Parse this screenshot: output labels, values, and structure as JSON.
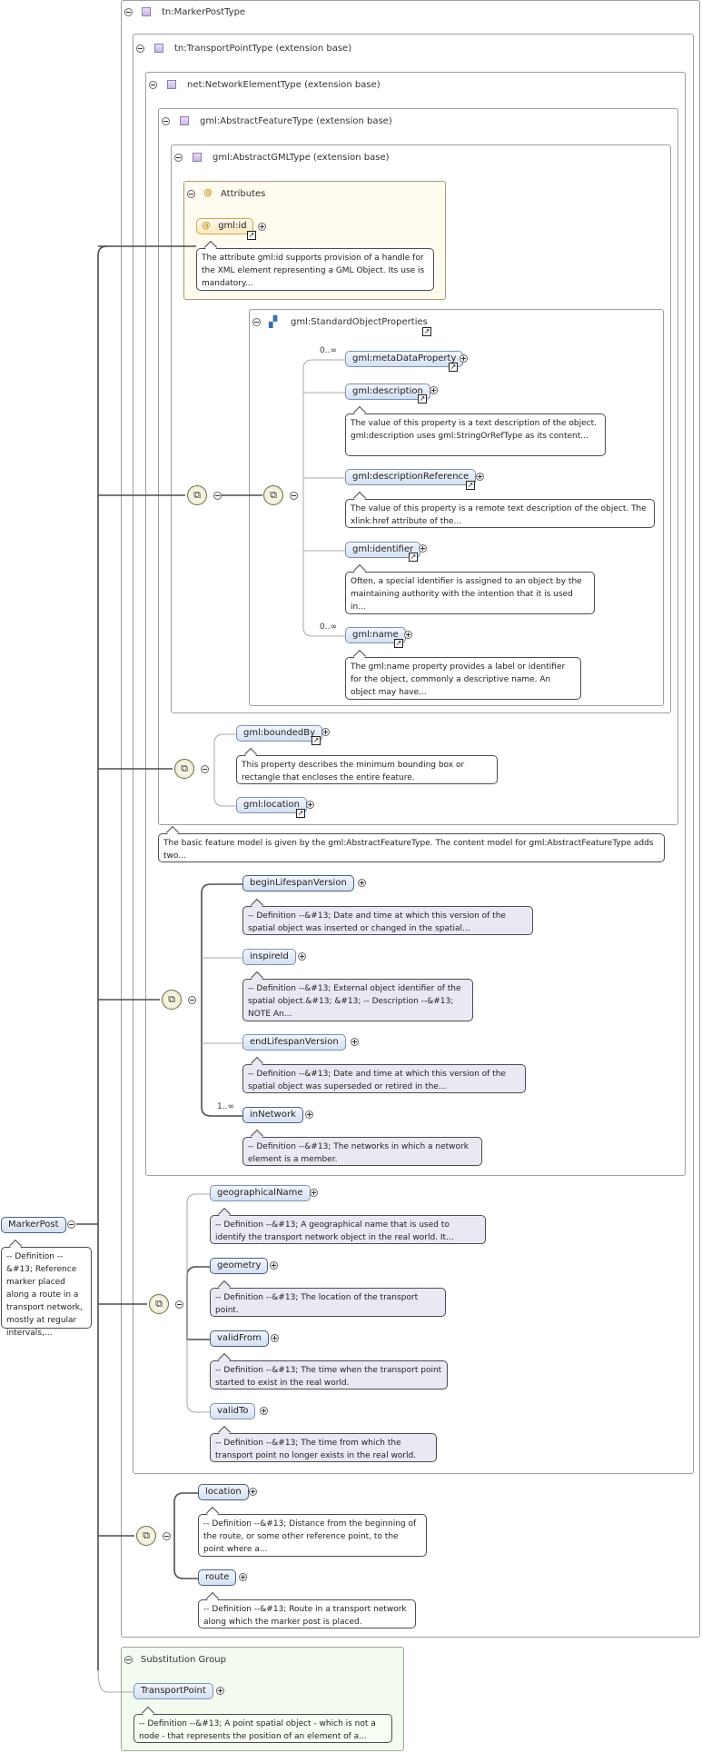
{
  "root": {
    "name": "MarkerPost",
    "doc": "-- Definition --&#13; Reference marker placed along a route in a transport network, mostly at regular intervals,..."
  },
  "types": {
    "marker_post": "tn:MarkerPostType",
    "transport_point": "tn:TransportPointType (extension base)",
    "network_element": "net:NetworkElementType (extension base)",
    "abstract_feature": "gml:AbstractFeatureType (extension base)",
    "abstract_gml": "gml:AbstractGMLType (extension base)"
  },
  "attributes": {
    "title": "Attributes",
    "gml_id": "gml:id",
    "gml_id_doc": "The attribute gml:id supports provision of a handle for the XML element representing a GML Object. Its use is mandatory..."
  },
  "standard_props": {
    "title": "gml:StandardObjectProperties",
    "items": [
      {
        "name": "gml:metaDataProperty",
        "mult": "0..∞",
        "doc": ""
      },
      {
        "name": "gml:description",
        "mult": "",
        "doc": "The value of this property is a text description of the object. gml:description uses gml:StringOrRefType as its content..."
      },
      {
        "name": "gml:descriptionReference",
        "mult": "",
        "doc": "The value of this property is a remote text description of the object. The xlink:href attribute of the..."
      },
      {
        "name": "gml:identifier",
        "mult": "",
        "doc": "Often, a special identifier is assigned to an object by the maintaining authority with the intention that it is used in..."
      },
      {
        "name": "gml:name",
        "mult": "0..∞",
        "doc": "The gml:name property provides a label or identifier for the object, commonly a descriptive name. An object may have..."
      }
    ]
  },
  "feature_props": [
    {
      "name": "gml:boundedBy",
      "doc": "This property describes the minimum bounding box or rectangle that encloses the entire feature."
    },
    {
      "name": "gml:location",
      "doc": ""
    }
  ],
  "feature_doc": "The basic feature model is given by the gml:AbstractFeatureType. The content model for gml:AbstractFeatureType adds two...",
  "network_props": [
    {
      "name": "beginLifespanVersion",
      "mult": "",
      "doc": "-- Definition --&#13; Date and time at which this version of the spatial object was inserted or changed in the spatial..."
    },
    {
      "name": "inspireId",
      "mult": "",
      "doc": "-- Definition --&#13; External object identifier of the spatial object.&#13; &#13; -- Description --&#13; NOTE An..."
    },
    {
      "name": "endLifespanVersion",
      "mult": "",
      "doc": "-- Definition --&#13; Date and time at which this version of the spatial object was superseded or retired in the..."
    },
    {
      "name": "inNetwork",
      "mult": "1..∞",
      "doc": "-- Definition --&#13; The networks in which a network element is a member."
    }
  ],
  "point_props": [
    {
      "name": "geographicalName",
      "doc": "-- Definition --&#13; A geographical name that is used to identify the transport network object in the real world. It..."
    },
    {
      "name": "geometry",
      "doc": "-- Definition --&#13; The location of the transport point."
    },
    {
      "name": "validFrom",
      "doc": "-- Definition --&#13; The time when the transport point started to exist in the real world."
    },
    {
      "name": "validTo",
      "doc": "-- Definition --&#13; The time from which the transport point no longer exists in the real world."
    }
  ],
  "marker_props": [
    {
      "name": "location",
      "doc": "-- Definition --&#13; Distance from the beginning of the route, or some other reference point, to the point where a..."
    },
    {
      "name": "route",
      "doc": "-- Definition --&#13; Route in a transport network along which the marker post is placed."
    }
  ],
  "substitution": {
    "title": "Substitution Group",
    "name": "TransportPoint",
    "doc": "-- Definition --&#13; A point spatial object - which is not a node - that represents the position of an element of a..."
  },
  "icons": {
    "type_icon": "complex-type-icon",
    "attribute_icon": "at-sign-icon",
    "group_icon": "model-group-icon",
    "ref_icon": "reference-arrow-icon",
    "seq_icon": "sequence-compositor-icon",
    "toggle_icon": "collapse-toggle-icon"
  }
}
